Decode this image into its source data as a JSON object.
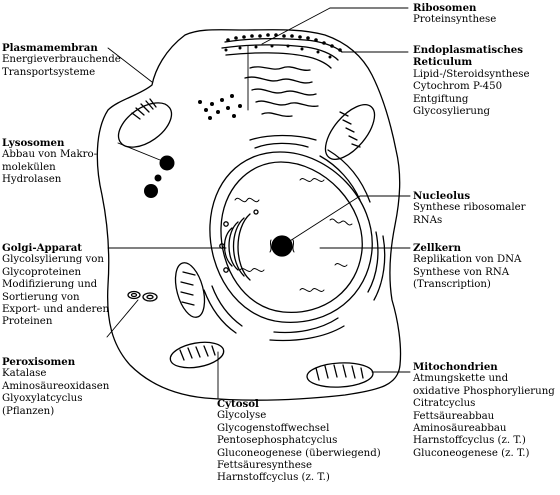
{
  "labels": {
    "ribosomen": {
      "title": "Ribosomen",
      "lines": [
        "Proteinsynthese"
      ]
    },
    "er": {
      "title": "Endoplasmatisches\nReticulum",
      "lines": [
        "Lipid-/Steroidsynthese",
        "Cytochrom P-450",
        "Entgiftung",
        "Glycosylierung"
      ]
    },
    "plasmamembran": {
      "title": "Plasmamembran",
      "lines": [
        "Energieverbrauchende",
        "Transportsysteme"
      ]
    },
    "lysosomen": {
      "title": "Lysosomen",
      "lines": [
        "Abbau von Makro-",
        "molekülen",
        "Hydrolasen"
      ]
    },
    "nucleolus": {
      "title": "Nucleolus",
      "lines": [
        "Synthese ribosomaler",
        "RNAs"
      ]
    },
    "zellkern": {
      "title": "Zellkern",
      "lines": [
        "Replikation von DNA",
        "Synthese von RNA",
        "(Transcription)"
      ]
    },
    "golgi": {
      "title": "Golgi-Apparat",
      "lines": [
        "Glycolsylierung von",
        "Glycoproteinen",
        "Modifizierung und",
        "Sortierung von",
        "Export- und anderen",
        "Proteinen"
      ]
    },
    "peroxisomen": {
      "title": "Peroxisomen",
      "lines": [
        "Katalase",
        "Aminosäureoxidasen",
        "Glyoxylatcyclus",
        "(Pflanzen)"
      ]
    },
    "mitochondrien": {
      "title": "Mitochondrien",
      "lines": [
        "Atmungskette und",
        "oxidative Phosphorylierung",
        "Citratcyclus",
        "Fettsäureabbau",
        "Aminosäureabbau",
        "Harnstoffcyclus (z. T.)",
        "Gluconeogenese (z. T.)"
      ]
    },
    "cytosol": {
      "title": "Cytosol",
      "lines": [
        "Glycolyse",
        "Glycogenstoffwechsel",
        "Pentosephosphatcyclus",
        "Gluconeogenese (überwiegend)",
        "Fettsäuresynthese",
        "Harnstoffcyclus (z. T.)"
      ]
    }
  }
}
